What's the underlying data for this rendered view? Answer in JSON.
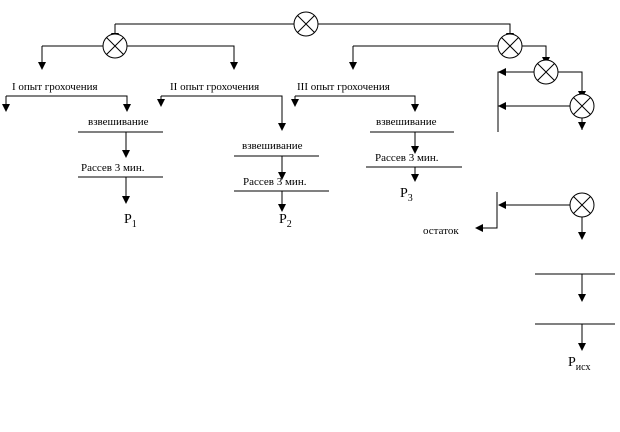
{
  "diagram": {
    "trials": [
      {
        "label": "I опыт грохочения",
        "step1": "взвешивание",
        "step2": "Рассев 3 мин.",
        "result": "P",
        "result_sub": "1"
      },
      {
        "label": "II опыт грохочения",
        "step1": "взвешивание",
        "step2": "Рассев 3 мин.",
        "result": "P",
        "result_sub": "2"
      },
      {
        "label": "III опыт грохочения",
        "step1": "взвешивание",
        "step2": "Рассев 3 мин.",
        "result": "P",
        "result_sub": "3"
      }
    ],
    "remainder_label": "остаток",
    "final_result": "P",
    "final_result_sub": "исх"
  }
}
